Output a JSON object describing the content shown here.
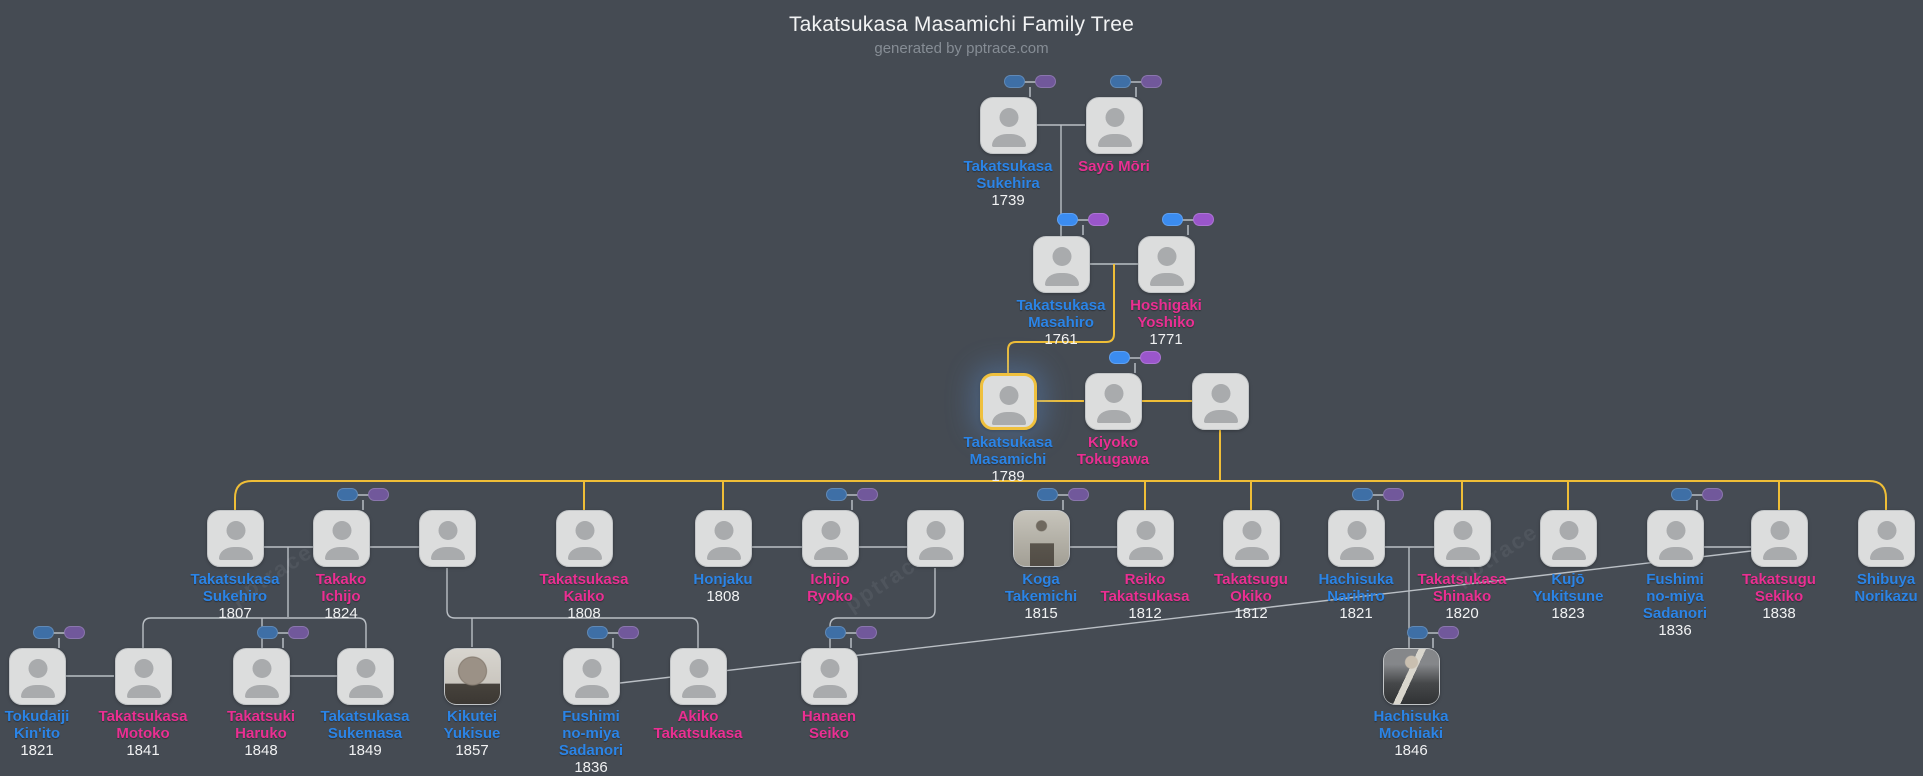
{
  "title": "Takatsukasa Masamichi Family Tree",
  "subtitle": "generated by pptrace.com",
  "watermark": "pptrace",
  "colors": {
    "background": "#454b53",
    "male_name": "#2b84e6",
    "female_name": "#ea2f92",
    "year_text": "#f1f2f3",
    "focal_highlight": "#efbe37",
    "descent_line": "#efbe37",
    "spouse_line": "#cbd0d5",
    "pill_father": "#3e6fa6",
    "pill_mother": "#71589b",
    "pill_father_bright": "#3b8cf0",
    "pill_mother_bright": "#9a56cb"
  },
  "generations": {
    "gen1": [
      {
        "name": "Takatsukasa\nSukehira",
        "year": "1739",
        "sex": "male"
      },
      {
        "name": "Sayō Mōri",
        "year": "",
        "sex": "female"
      }
    ],
    "gen2": [
      {
        "name": "Takatsukasa\nMasahiro",
        "year": "1761",
        "sex": "male"
      },
      {
        "name": "Hoshigaki\nYoshiko",
        "year": "1771",
        "sex": "female"
      }
    ],
    "gen3": [
      {
        "name": "Takatsukasa\nMasamichi",
        "year": "1789",
        "sex": "male",
        "focal": true
      },
      {
        "name": "Kiyoko\nTokugawa",
        "year": "",
        "sex": "female"
      },
      {
        "name": "",
        "year": "",
        "sex": "unknown"
      }
    ],
    "gen4": [
      {
        "name": "Takatsukasa\nSukehiro",
        "year": "1807",
        "sex": "male"
      },
      {
        "name": "Takako\nIchijo",
        "year": "1824",
        "sex": "female"
      },
      {
        "name": "",
        "year": "",
        "sex": "unknown"
      },
      {
        "name": "Takatsukasa\nKaiko",
        "year": "1808",
        "sex": "female"
      },
      {
        "name": "Honjaku",
        "year": "1808",
        "sex": "male"
      },
      {
        "name": "Ichijo\nRyoko",
        "year": "",
        "sex": "female"
      },
      {
        "name": "",
        "year": "",
        "sex": "unknown"
      },
      {
        "name": "Koga\nTakemichi",
        "year": "1815",
        "sex": "male",
        "photo": true
      },
      {
        "name": "Reiko\nTakatsukasa",
        "year": "1812",
        "sex": "female"
      },
      {
        "name": "Takatsugu\nOkiko",
        "year": "1812",
        "sex": "female"
      },
      {
        "name": "Hachisuka\nNarihiro",
        "year": "1821",
        "sex": "male"
      },
      {
        "name": "Takatsukasa\nShinako",
        "year": "1820",
        "sex": "female"
      },
      {
        "name": "Kujō\nYukitsune",
        "year": "1823",
        "sex": "male"
      },
      {
        "name": "Fushimi\nno-miya\nSadanori",
        "year": "1836",
        "sex": "male"
      },
      {
        "name": "Takatsugu\nSekiko",
        "year": "1838",
        "sex": "female"
      },
      {
        "name": "Shibuya\nNorikazu",
        "year": "",
        "sex": "male"
      }
    ],
    "gen5": [
      {
        "name": "Tokudaiji\nKin'ito",
        "year": "1821",
        "sex": "male"
      },
      {
        "name": "Takatsukasa\nMotoko",
        "year": "1841",
        "sex": "female"
      },
      {
        "name": "Takatsuki\nHaruko",
        "year": "1848",
        "sex": "female"
      },
      {
        "name": "Takatsukasa\nSukemasa",
        "year": "1849",
        "sex": "male"
      },
      {
        "name": "Kikutei\nYukisue",
        "year": "1857",
        "sex": "male",
        "photo": true
      },
      {
        "name": "Fushimi\nno-miya\nSadanori",
        "year": "1836",
        "sex": "male"
      },
      {
        "name": "Akiko\nTakatsukasa",
        "year": "",
        "sex": "female"
      },
      {
        "name": "Hanaen\nSeiko",
        "year": "",
        "sex": "female"
      },
      {
        "name": "Hachisuka\nMochiaki",
        "year": "1846",
        "sex": "male",
        "photo": true
      }
    ]
  }
}
